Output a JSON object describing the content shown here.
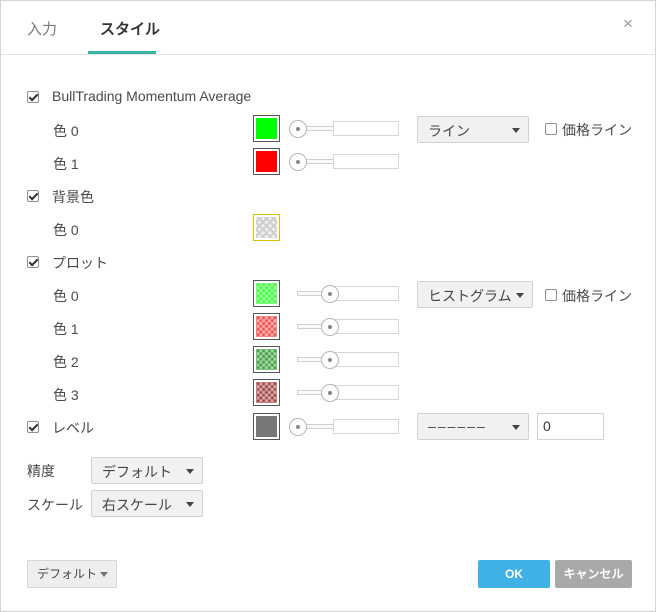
{
  "tabs": [
    {
      "label": "入力"
    },
    {
      "label": "スタイル"
    }
  ],
  "close_glyph": "×",
  "indicator": {
    "label": "BullTrading Momentum Average",
    "checked": true
  },
  "line_colors": [
    {
      "label": "色 0",
      "color": "#00ff00",
      "style": "ライン",
      "price_line_label": "価格ライン",
      "price_line_checked": false
    },
    {
      "label": "色 1",
      "color": "#ff0000"
    }
  ],
  "background": {
    "label": "背景色",
    "checked": true,
    "colors": [
      {
        "label": "色 0"
      }
    ]
  },
  "plot": {
    "label": "プロット",
    "checked": true,
    "colors": [
      {
        "label": "色 0",
        "color": "#33ff33",
        "style": "ヒストグラム",
        "price_line_label": "価格ライン",
        "price_line_checked": false
      },
      {
        "label": "色 1",
        "color": "#f04a4a"
      },
      {
        "label": "色 2",
        "color": "#3a9e3a"
      },
      {
        "label": "色 3",
        "color": "#a04040"
      }
    ]
  },
  "levels": {
    "label": "レベル",
    "checked": true,
    "color": "#777777",
    "line_style": "––––––",
    "value": "0"
  },
  "precision": {
    "label": "精度",
    "value": "デフォルト"
  },
  "scale": {
    "label": "スケール",
    "value": "右スケール"
  },
  "footer": {
    "defaults_label": "デフォルト",
    "ok_label": "OK",
    "cancel_label": "キャンセル"
  }
}
